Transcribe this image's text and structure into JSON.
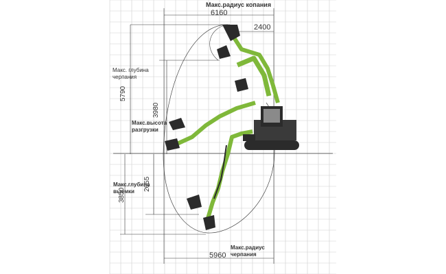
{
  "labels": {
    "max_digging_radius": "Макс.радиус копания",
    "max_scooping_depth_a": "Макс. глубина черпания",
    "max_dump_height": "Макс.высота разгрузки",
    "max_scooping_depth_b": "Макс.глубина выемки",
    "max_scooping_radius": "Макс.радиус черпания"
  },
  "dimensions": {
    "d6160": "6160",
    "d2400": "2400",
    "d5790": "5790",
    "d3980": "3980",
    "d2655": "2655",
    "d3850": "3850",
    "d5960": "5960"
  },
  "colors": {
    "grid": "#cfcfcf",
    "boom_green": "#7fb83a",
    "dark": "#2b2b2b",
    "line": "#333333"
  }
}
